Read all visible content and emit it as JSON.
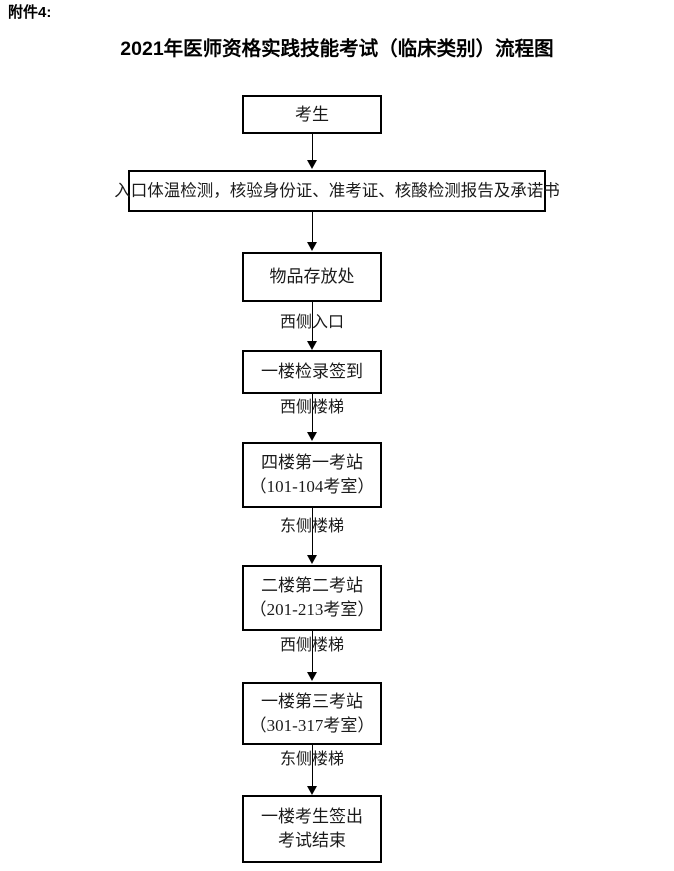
{
  "document": {
    "attachment_label": "附件4:",
    "title": "2021年医师资格实践技能考试（临床类别）流程图"
  },
  "flow": {
    "nodes": [
      {
        "id": "examinee",
        "lines": [
          "考生"
        ]
      },
      {
        "id": "entry-check",
        "lines": [
          "入口体温检测，核验身份证、准考证、核酸检测报告及承诺书"
        ]
      },
      {
        "id": "storage",
        "lines": [
          "物品存放处"
        ]
      },
      {
        "id": "checkin",
        "lines": [
          "一楼检录签到"
        ]
      },
      {
        "id": "station-1",
        "lines": [
          "四楼第一考站",
          "（101-104考室）"
        ]
      },
      {
        "id": "station-2",
        "lines": [
          "二楼第二考站",
          "（201-213考室）"
        ]
      },
      {
        "id": "station-3",
        "lines": [
          "一楼第三考站",
          "（301-317考室）"
        ]
      },
      {
        "id": "signout",
        "lines": [
          "一楼考生签出",
          "考试结束"
        ]
      }
    ],
    "edge_labels": [
      {
        "id": "edge-storage-to-checkin",
        "label": "西侧入口"
      },
      {
        "id": "edge-checkin-to-station1",
        "label": "西侧楼梯"
      },
      {
        "id": "edge-station1-to-station2",
        "label": "东侧楼梯"
      },
      {
        "id": "edge-station2-to-station3",
        "label": "西侧楼梯"
      },
      {
        "id": "edge-station3-to-signout",
        "label": "东侧楼梯"
      }
    ]
  },
  "colors": {
    "stroke": "#000000",
    "text": "#1a1a1a",
    "background": "#ffffff"
  }
}
